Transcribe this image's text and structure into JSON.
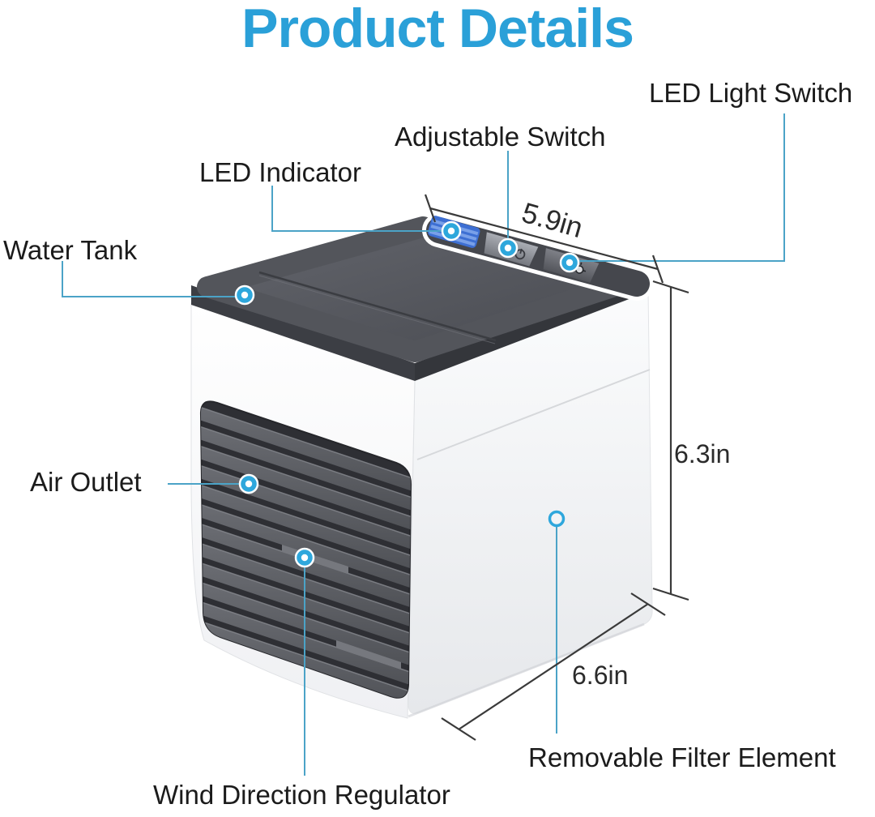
{
  "title": "Product Details",
  "colors": {
    "title_blue": "#2AA0D8",
    "leader_line_blue": "#4BA3C7",
    "marker_blue": "#2EA7DC",
    "label_text": "#1B1B1B",
    "dimension_line": "#3A3A3A",
    "lid_gray": "#53555B",
    "led_strip_blue": "#3D6FD3"
  },
  "callouts": {
    "led_light_switch": {
      "label": "LED Light Switch"
    },
    "adjustable_switch": {
      "label": "Adjustable Switch"
    },
    "led_indicator": {
      "label": "LED Indicator"
    },
    "water_tank": {
      "label": "Water Tank"
    },
    "air_outlet": {
      "label": "Air Outlet"
    },
    "wind_direction_regulator": {
      "label": "Wind Direction Regulator"
    },
    "removable_filter_element": {
      "label": "Removable Filter Element"
    }
  },
  "dimensions": {
    "top_width": "5.9in",
    "height": "6.3in",
    "depth": "6.6in"
  }
}
